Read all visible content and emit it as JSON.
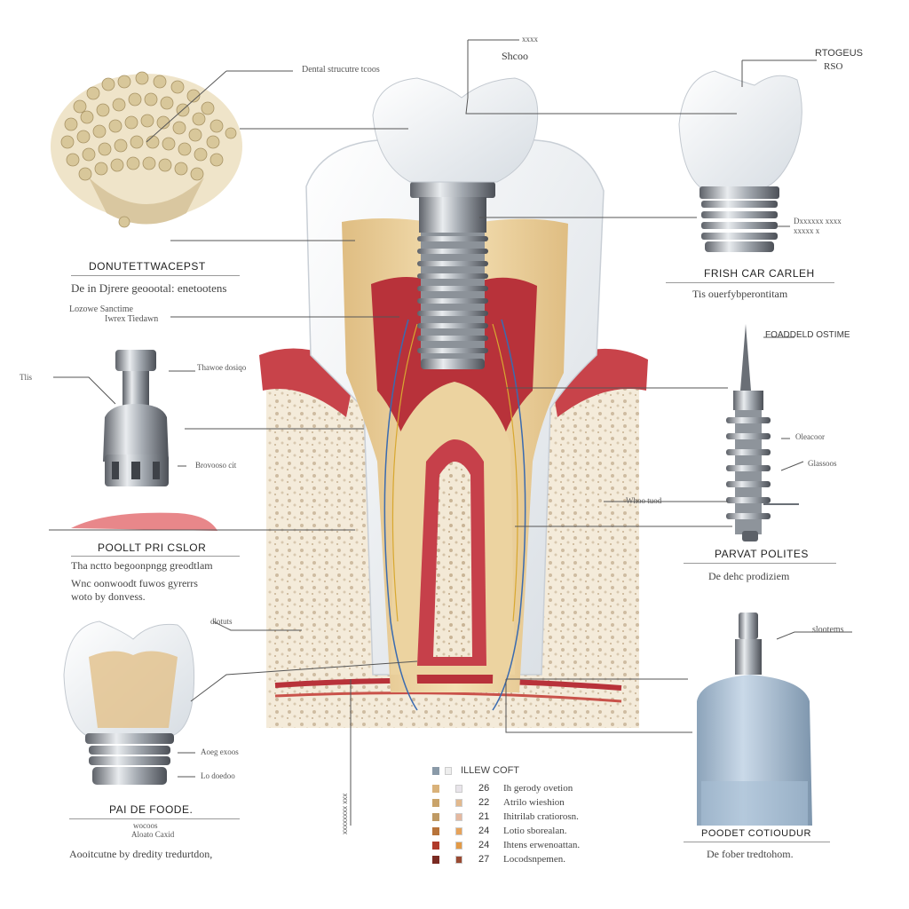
{
  "labels": {
    "top_center": "Shcoo",
    "top_center_small": "xxxx",
    "top_left_callout": "Dental strucutre tcoos",
    "top_right": "RTOGEUS",
    "top_right_sub": "RSO",
    "right_mid_small": "Dxxxxxx xxxx",
    "right_mid_small2": "xxxxx x",
    "right_post_title": "FOADDELD OSTIME",
    "right_post_a": "Oleacoor",
    "right_post_b": "Glassoos",
    "right_post_c": "Whoo tuod",
    "left_upper_callout_1": "Lozowe Sanctime",
    "left_upper_callout_2": "Iwrex Tiedawn",
    "left_abutment_a": "Tlis",
    "left_abutment_b": "Thawoe dosiqo",
    "left_abutment_c": "Brovooso cit",
    "left_bottom_a": "dlotuts",
    "left_bottom_b": "Aoeg exoos",
    "left_bottom_c": "Lo doedoo",
    "left_bottom_d": "Aloato Caxid",
    "right_bottom_a": "slootems",
    "vertical_text": "xxxxxxxx xxx"
  },
  "panels": {
    "p1_title": "DONUTETTWACEPST",
    "p1_caption": "De in Djrere geoootal: enetootens",
    "p2_title": "FRISH CAR CARLEH",
    "p2_caption": "Tis ouerfybperontitam",
    "p3_title": "POOLLT PRI CSLOR",
    "p3_caption_1": "Tha nctto begoonpngg greodtlam",
    "p3_caption_2": "Wnc oonwoodt fuwos gyrerrs",
    "p3_caption_3": "woto by donvess.",
    "p4_title": "PARVAT POLITES",
    "p4_caption": "De dehc prodiziem",
    "p5_title": "PAI DE FOODE.",
    "p5_caption": "Aooitcutne by dredity tredurtdon,",
    "p5_caption_2": "wocoos",
    "p6_title": "POODET COTIOUDUR",
    "p6_caption": "De fober tredtohom."
  },
  "legend": {
    "title": "ILLEW COFT",
    "rows": [
      {
        "num": "26",
        "text": "Ih gerody ovetion",
        "c1": "#d9b27a",
        "c2": "#e8e4ea"
      },
      {
        "num": "22",
        "text": "Atrilo wieshion",
        "c1": "#c9a36a",
        "c2": "#e2b98d"
      },
      {
        "num": "21",
        "text": "Ihitrilab cratiorosn.",
        "c1": "#bf9a64",
        "c2": "#e5b9a0"
      },
      {
        "num": "24",
        "text": "Lotio sborealan.",
        "c1": "#b8743a",
        "c2": "#e7a35a"
      },
      {
        "num": "24",
        "text": "Ihtens erwenoattan.",
        "c1": "#b03a2a",
        "c2": "#e39a45"
      },
      {
        "num": "27",
        "text": "Locodsnpemen.",
        "c1": "#7a2a22",
        "c2": "#9a4a32"
      }
    ]
  },
  "colors": {
    "gum": "#c8434a",
    "dentin": "#e8cc96",
    "pulp": "#b8323a",
    "enamel": "#eef1f4",
    "metal": "#9aa0a6",
    "bone": "#efe3cc"
  }
}
